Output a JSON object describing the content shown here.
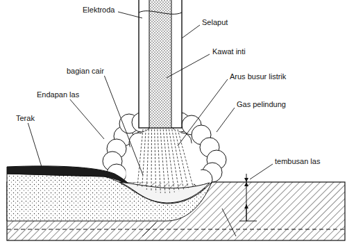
{
  "diagram": {
    "labels": [
      "Elektroda",
      "Selaput",
      "Kawat inti",
      "bagian cair",
      "Arus busur listrik",
      "Endapan las",
      "Gas pelindung",
      "Terak",
      "tembusan las"
    ]
  }
}
